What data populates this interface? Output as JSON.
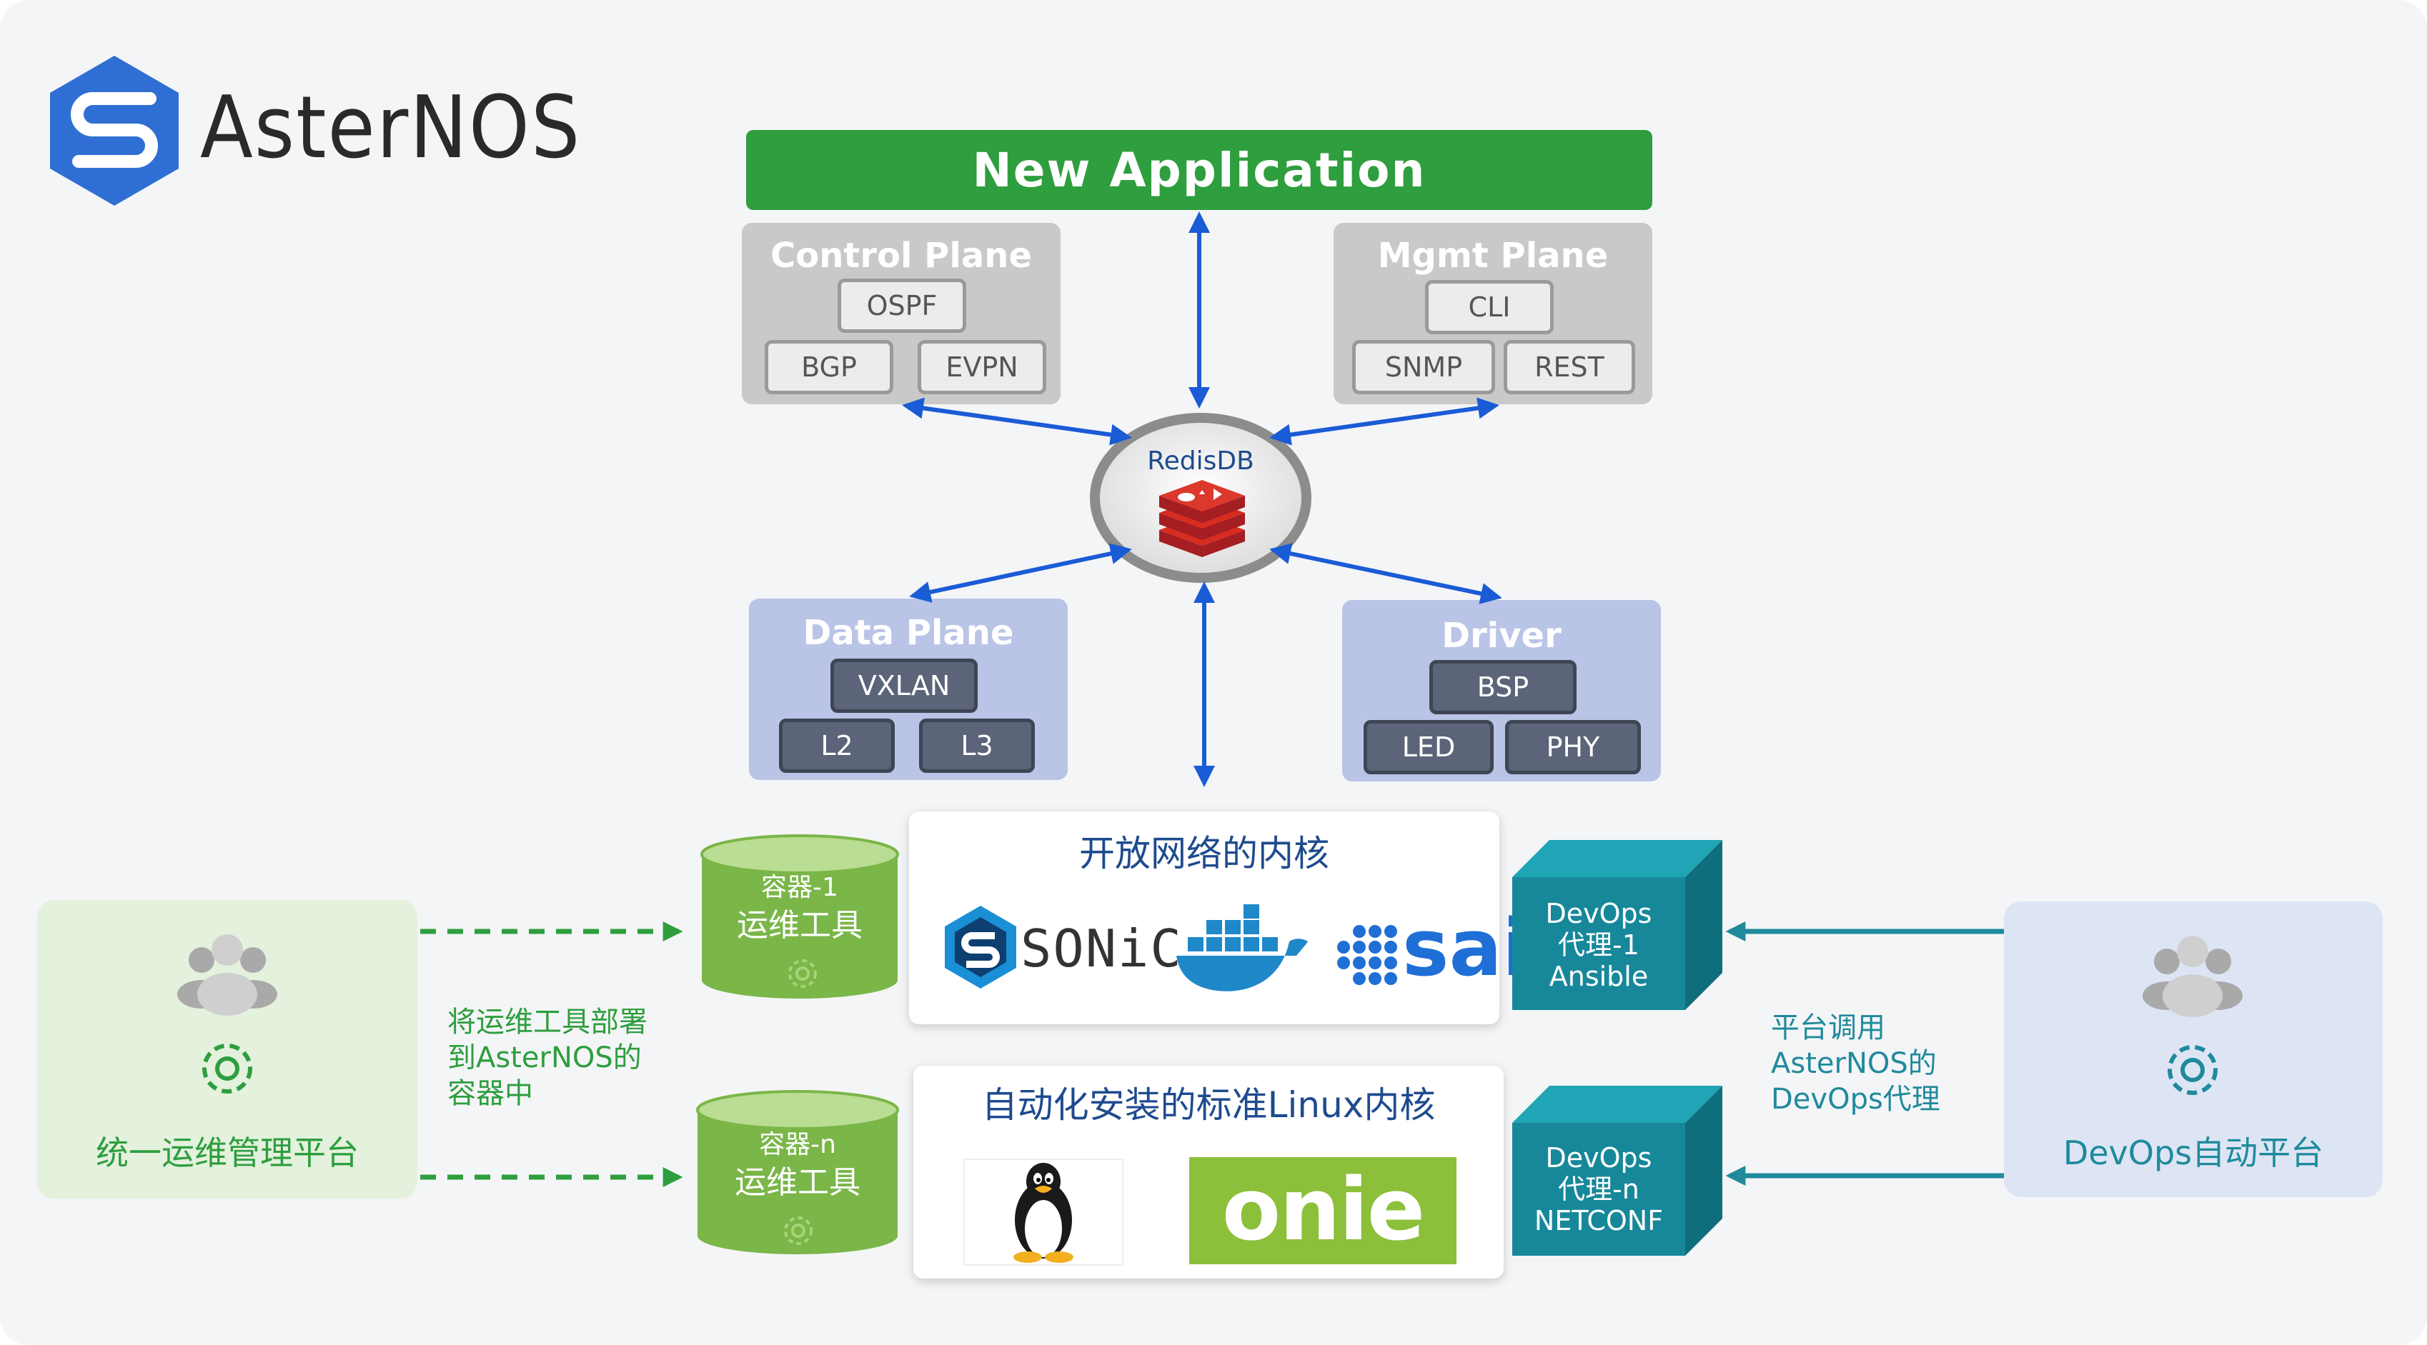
{
  "brand": {
    "name": "AsterNOS",
    "logo_color": "#2f6fd3"
  },
  "new_application": {
    "label": "New  Application",
    "color": "#2e9e3e"
  },
  "control_plane": {
    "title": "Control Plane",
    "items": [
      "OSPF",
      "BGP",
      "EVPN"
    ]
  },
  "mgmt_plane": {
    "title": "Mgmt Plane",
    "items": [
      "CLI",
      "SNMP",
      "REST"
    ]
  },
  "redis": {
    "label": "RedisDB",
    "color": "#d2262b"
  },
  "data_plane": {
    "title": "Data Plane",
    "items": [
      "VXLAN",
      "L2",
      "L3"
    ]
  },
  "driver": {
    "title": "Driver",
    "items": [
      "BSP",
      "LED",
      "PHY"
    ]
  },
  "open_kernel": {
    "title": "开放网络的内核",
    "logos": [
      "SONiC",
      "docker",
      "sai"
    ]
  },
  "linux_kernel": {
    "title": "自动化安装的标准Linux内核",
    "logos": [
      "linux-tux",
      "onie"
    ]
  },
  "containers": [
    {
      "id": "容器-1",
      "label": "运维工具"
    },
    {
      "id": "容器-n",
      "label": "运维工具"
    }
  ],
  "devops_agents": [
    {
      "line1": "DevOps",
      "line2": "代理-1",
      "line3": "Ansible"
    },
    {
      "line1": "DevOps",
      "line2": "代理-n",
      "line3": "NETCONF"
    }
  ],
  "left_platform": {
    "label": "统一运维管理平台",
    "note": [
      "将运维工具部署",
      "到AsterNOS的",
      "容器中"
    ],
    "color": "#2e9e3e"
  },
  "right_platform": {
    "label": "DevOps自动平台",
    "note": [
      "平台调用",
      "AsterNOS的",
      "DevOps代理"
    ],
    "color": "#1f8a9b"
  },
  "arrow_color": "#1a5bd6"
}
